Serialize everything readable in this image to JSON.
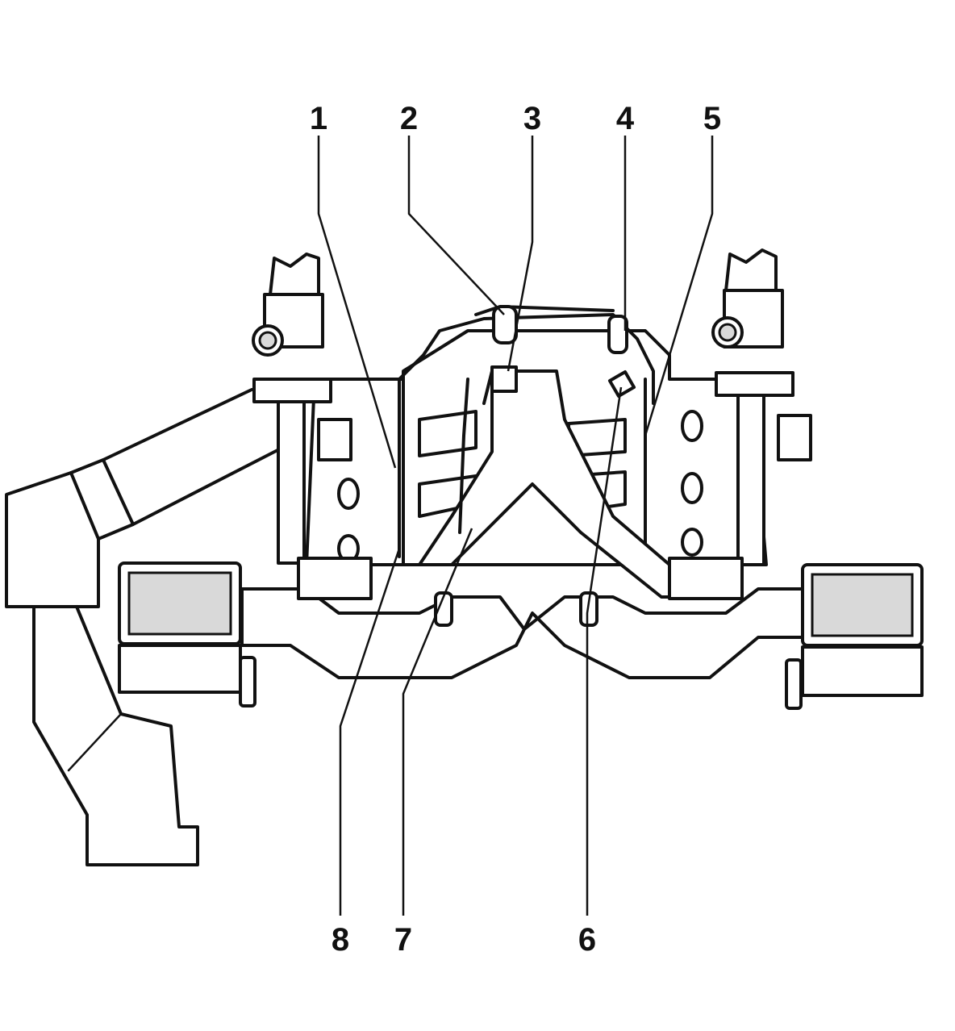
{
  "diagram": {
    "callouts": [
      {
        "id": "1",
        "label": "1"
      },
      {
        "id": "2",
        "label": "2"
      },
      {
        "id": "3",
        "label": "3"
      },
      {
        "id": "4",
        "label": "4"
      },
      {
        "id": "5",
        "label": "5"
      },
      {
        "id": "6",
        "label": "6"
      },
      {
        "id": "7",
        "label": "7"
      },
      {
        "id": "8",
        "label": "8"
      }
    ],
    "colors": {
      "line": "#111111",
      "background": "#ffffff",
      "shade": "#d9d9d9"
    }
  }
}
